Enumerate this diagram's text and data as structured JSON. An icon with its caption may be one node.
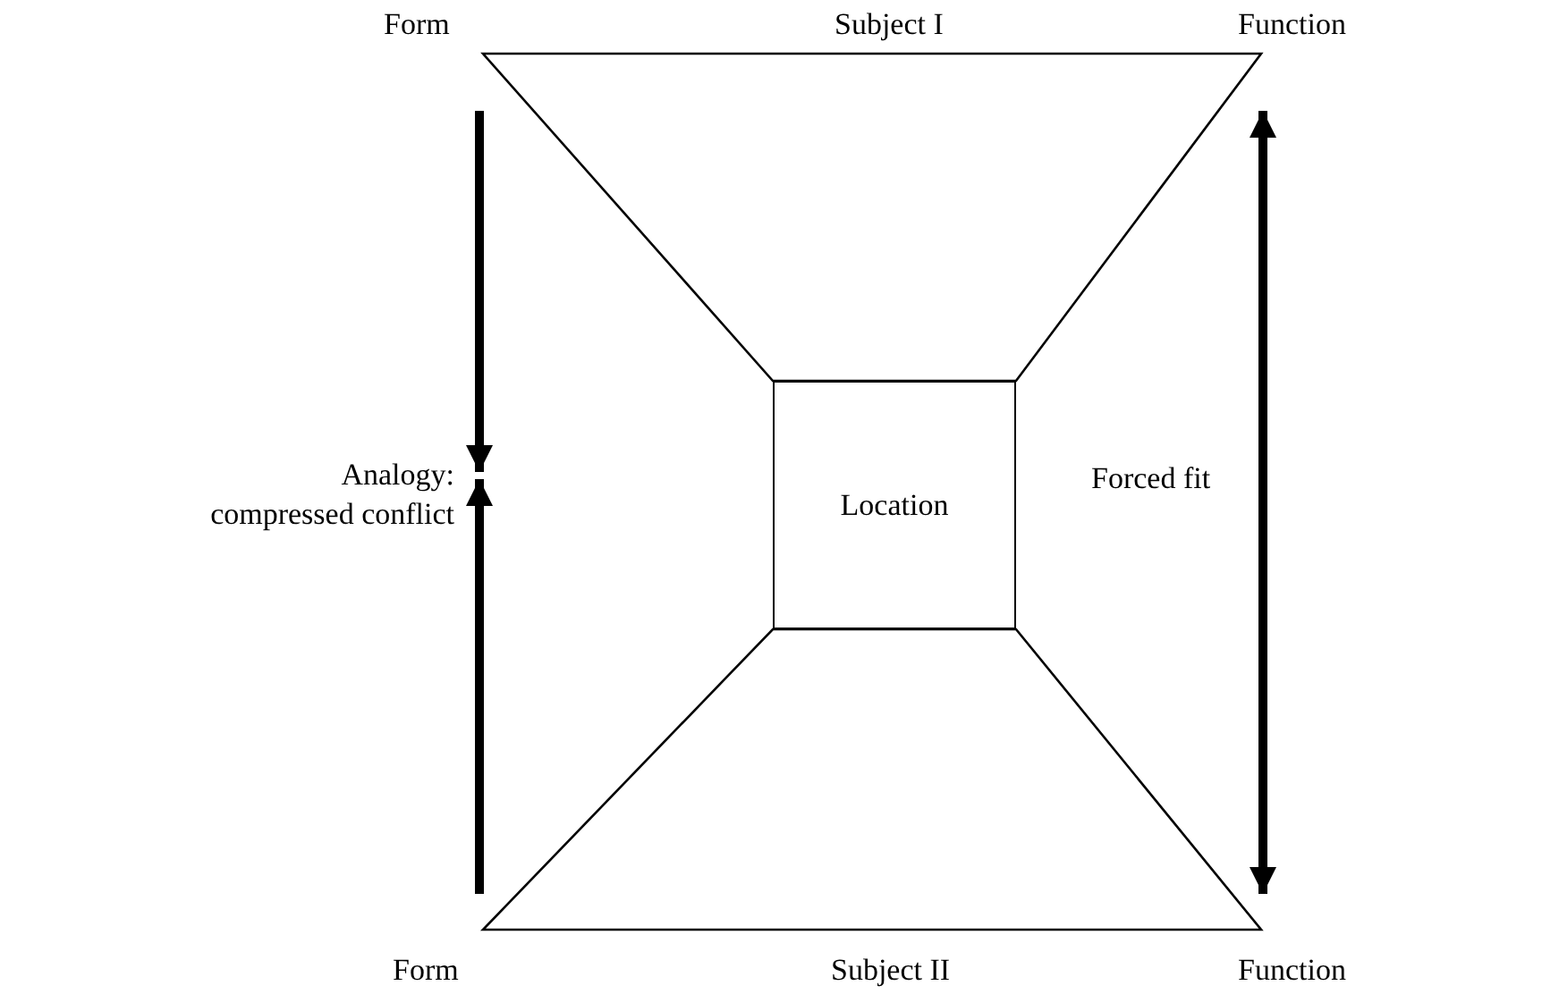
{
  "diagram": {
    "nodes": [
      {
        "text": [
          "Location"
        ]
      },
      {
        "text": [
          "Analogy: compressed conflict"
        ]
      }
    ],
    "edges": [
      {
        "from": null,
        "to": 1,
        "arrow": "to"
      },
      {
        "from": null,
        "to": 1,
        "arrow": "to"
      }
    ],
    "labels": [
      "Form",
      "Subject I",
      "Function",
      "Forced fit",
      "Form",
      "Subject II",
      "Function"
    ]
  }
}
